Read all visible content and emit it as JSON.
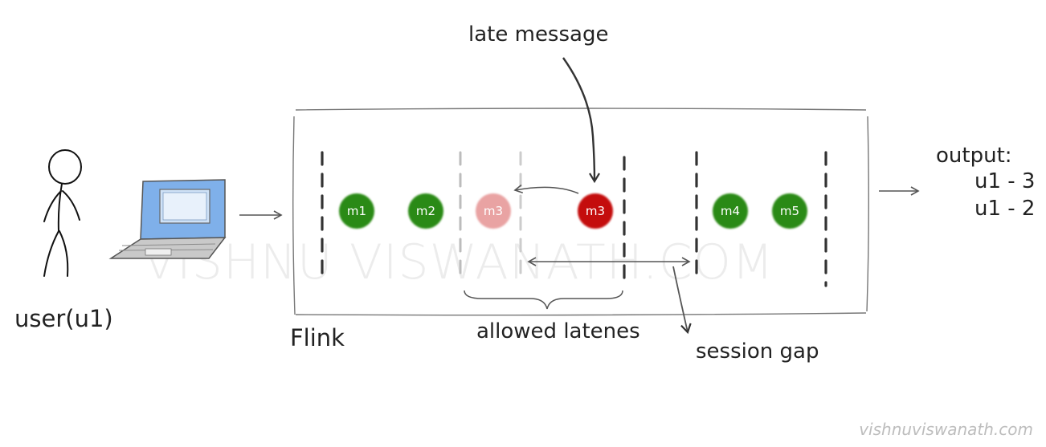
{
  "labels": {
    "late_message": "late message",
    "user": "user(u1)",
    "flink": "Flink",
    "allowed_lateness": "allowed latenes",
    "session_gap": "session gap",
    "output_title": "output:",
    "output_lines": [
      "u1 - 3",
      "u1 - 2"
    ]
  },
  "messages": [
    {
      "id": "m1",
      "label": "m1",
      "state": "on-time"
    },
    {
      "id": "m2",
      "label": "m2",
      "state": "on-time"
    },
    {
      "id": "m3-ghost",
      "label": "m3",
      "state": "expected-position"
    },
    {
      "id": "m3-late",
      "label": "m3",
      "state": "late"
    },
    {
      "id": "m4",
      "label": "m4",
      "state": "on-time"
    },
    {
      "id": "m5",
      "label": "m5",
      "state": "on-time"
    }
  ],
  "colors": {
    "on_time": "#2a8a12",
    "late": "#c40a0a",
    "ghost": "#e9a3a3",
    "laptop_screen": "#7fb0ea",
    "line": "#555555"
  },
  "watermark": "VISHNU VISWANATH.COM",
  "credit": "vishnuviswanath.com"
}
